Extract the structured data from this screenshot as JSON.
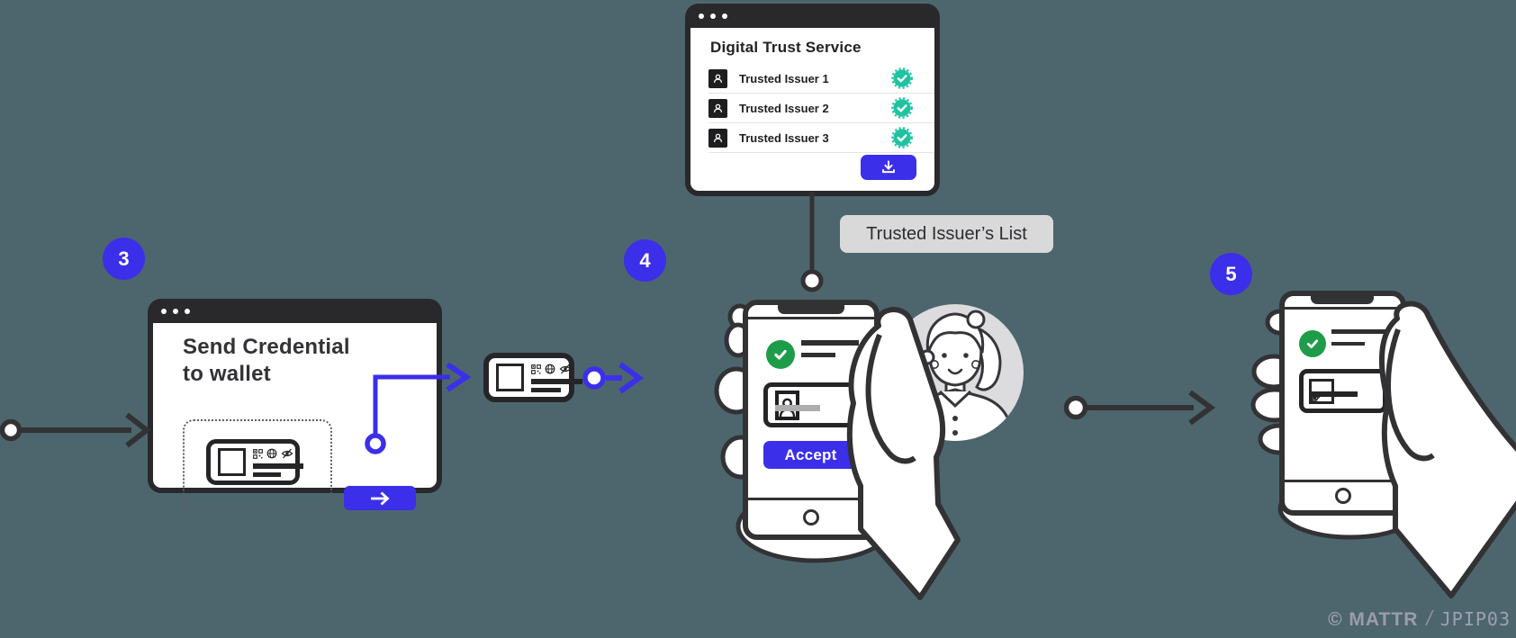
{
  "colors": {
    "background": "#4D666E",
    "outline_dark": "#323234",
    "accent_blue": "#3B2FE9",
    "verified_teal": "#1FC3A2",
    "success_green": "#1E9C49",
    "callout_gray": "#D9D9D9"
  },
  "trust_service_window": {
    "title": "Digital Trust Service",
    "issuers": [
      {
        "label": "Trusted Issuer 1",
        "icon": "person-icon",
        "status_icon": "verified-check-badge"
      },
      {
        "label": "Trusted Issuer 2",
        "icon": "person-icon",
        "status_icon": "verified-check-badge"
      },
      {
        "label": "Trusted Issuer 3",
        "icon": "person-icon",
        "status_icon": "verified-check-badge"
      }
    ],
    "download_button_icon": "download-icon"
  },
  "trusted_list_callout": {
    "label": "Trusted Issuer’s List"
  },
  "step_badges": {
    "step3": "3",
    "step4": "4",
    "step5": "5"
  },
  "send_credential_window": {
    "title": "Send Credential to wallet",
    "send_button_icon": "arrow-right-icon"
  },
  "wallet_phone": {
    "accept_button_label": "Accept"
  },
  "icons": {
    "credential_card": "credential-card-icon",
    "qr": "qr-code-icon",
    "globe": "globe-icon",
    "hidden": "eye-slash-icon",
    "photo_id": "photo-id-icon",
    "success": "check-icon"
  },
  "footer_credit": {
    "copyright": "© MATTR",
    "separator": "/",
    "code": "JPIP03"
  }
}
